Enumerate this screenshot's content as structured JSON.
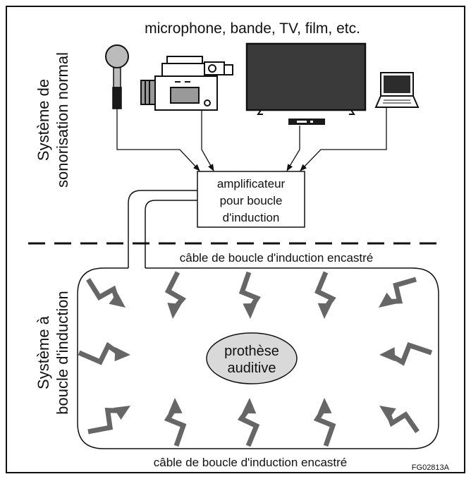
{
  "sources_label": "microphone, bande, TV, film, etc.",
  "left_labels": {
    "normal_line1": "Système de",
    "normal_line2": "sonorisation normal",
    "loop_line1": "Système à",
    "loop_line2": "boucle d'induction"
  },
  "amplifier": {
    "line1": "amplificateur",
    "line2": "pour boucle",
    "line3": "d'induction"
  },
  "cable_top_label": "câble de boucle d'induction encastré",
  "cable_bottom_label": "câble de boucle d'induction encastré",
  "hearing_aid": {
    "line1": "prothèse",
    "line2": "auditive"
  },
  "figure_code": "FG02813A",
  "colors": {
    "ink": "#111111",
    "arrow": "#666666",
    "ellipse": "#d9d9d9",
    "screen": "#3a3a3a"
  },
  "icons": [
    "microphone-icon",
    "video-camera-icon",
    "tv-icon",
    "set-top-box-icon",
    "laptop-icon"
  ]
}
